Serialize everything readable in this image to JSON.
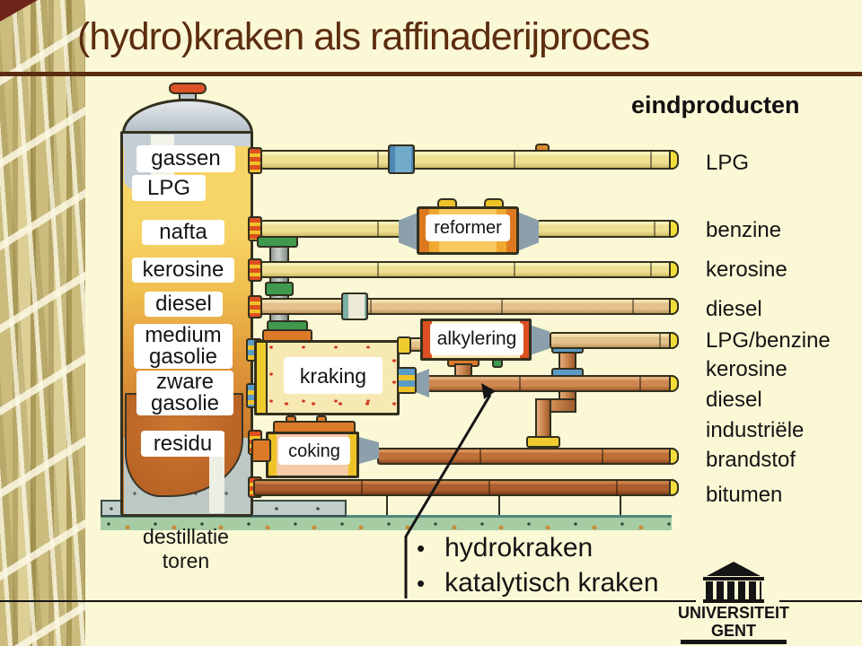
{
  "title": "(hydro)kraken als raffinaderijproces",
  "heading": "eindproducten",
  "tower": {
    "labels": [
      {
        "line1": "gassen"
      },
      {
        "line1": "LPG"
      },
      {
        "line1": "nafta"
      },
      {
        "line1": "kerosine"
      },
      {
        "line1": "diesel"
      },
      {
        "line1": "medium",
        "line2": "gasolie"
      },
      {
        "line1": "zware",
        "line2": "gasolie"
      },
      {
        "line1": "residu"
      }
    ],
    "caption_line1": "destillatie",
    "caption_line2": "toren"
  },
  "units": {
    "reformer": "reformer",
    "alkylering": "alkylering",
    "kraking": "kraking",
    "coking": "coking"
  },
  "products": [
    {
      "label": "LPG"
    },
    {
      "label": "benzine"
    },
    {
      "label": "kerosine"
    },
    {
      "label": "diesel"
    },
    {
      "label": "LPG/benzine"
    },
    {
      "label": "kerosine"
    },
    {
      "label": "diesel"
    },
    {
      "label": "industriële",
      "label2": "brandstof"
    },
    {
      "label": "bitumen"
    }
  ],
  "bullets": [
    "hydrokraken",
    "katalytisch kraken"
  ],
  "logo": {
    "line1": "UNIVERSITEIT",
    "line2": "GENT"
  },
  "colors": {
    "background": "#FBF8D6",
    "title_brown": "#5C2D10",
    "pipe_yellow": "#EDE093",
    "pipe_copper": "#CE8850",
    "tower_orange": "#CE7F2E",
    "ground_green": "#A6CCA4",
    "logo_black": "#141414"
  }
}
